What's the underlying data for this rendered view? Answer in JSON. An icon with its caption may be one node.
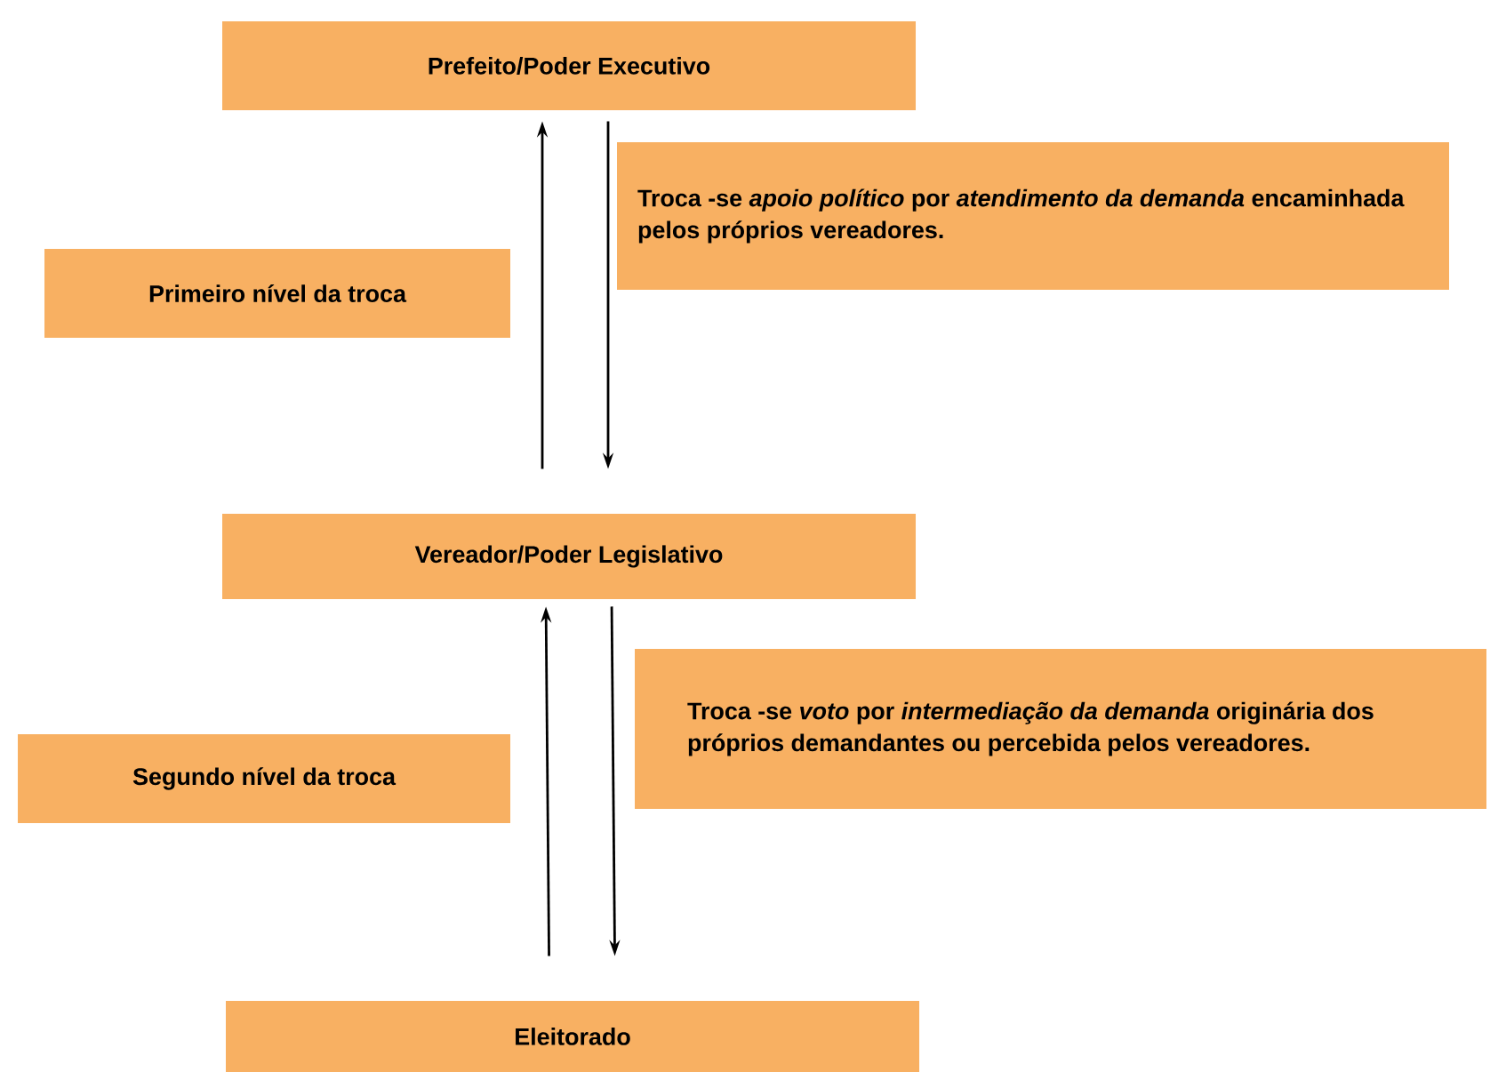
{
  "diagram": {
    "nodes": [
      {
        "text": [
          "Prefeito/Poder Executivo"
        ]
      },
      {
        "text": [
          "Primeiro nível da troca"
        ]
      },
      {
        "text": [
          "Troca -se *apoio político* por *atendimento da demanda* encaminhada pelos próprios vereadores."
        ]
      },
      {
        "text": [
          "Vereador/Poder Legislativo"
        ]
      },
      {
        "text": [
          "Segundo nível da troca"
        ]
      },
      {
        "text": [
          "Troca -se *voto* por *intermediação da demanda* originária dos próprios demandantes ou percebida pelos vereadores."
        ]
      },
      {
        "text": [
          "Eleitorado"
        ]
      }
    ],
    "edges": [
      {
        "from": 3,
        "to": 0,
        "arrow": "to"
      },
      {
        "from": 0,
        "to": 3,
        "arrow": "to"
      },
      {
        "from": 6,
        "to": 3,
        "arrow": "to"
      },
      {
        "from": 3,
        "to": 6,
        "arrow": "to"
      }
    ]
  }
}
